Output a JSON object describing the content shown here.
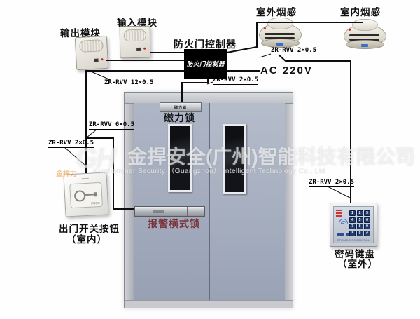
{
  "labels": {
    "output_module": "输出模块",
    "input_module": "输入模块",
    "controller": "防火门控制器",
    "controller_box": "防火门控制器",
    "outdoor_smoke": "室外烟感",
    "indoor_smoke": "室内烟感",
    "ac_power": "AC 220V",
    "maglock_plate": "磁力锁",
    "maglock": "磁力锁",
    "panic_lock": "报警横式锁",
    "exit_button": "出门开关按钮",
    "exit_button_location": "（室内）",
    "keypad": "密码键盘",
    "keypad_location": "（室外）",
    "push": "PUSH"
  },
  "wire_labels": {
    "smoke": "ZR-RVV 2×0.5",
    "trunk": "ZR-RVV 12×0.5",
    "maglock": "ZR-RVV 2×0.5",
    "panic": "ZR-RVV 6×0.5",
    "exit": "ZR-RVV 2×0.5",
    "keypad": "ZR-RVV 2×0.5"
  },
  "keypad_device": {
    "keys": [
      "1",
      "2",
      "3",
      "4",
      "5",
      "6",
      "7",
      "8",
      "9",
      "*",
      "0",
      "#"
    ],
    "footer": "RFID ACCESS CONTROL"
  },
  "watermark": {
    "logo": "GH",
    "cn": "金捍安全(广州)智能科技有限公司",
    "en": "Kinghammer Security （Guangzhou） Intelligent Technology Co., Ltd",
    "stamp": "金捍力"
  },
  "colors": {
    "wire": "#0d0d0d",
    "door_leaf": "#a4adc0",
    "alarm_text": "#7a3238",
    "key_navy": "#223d72",
    "accent_blue": "#3a6fc4",
    "led_red": "#cc2222"
  }
}
